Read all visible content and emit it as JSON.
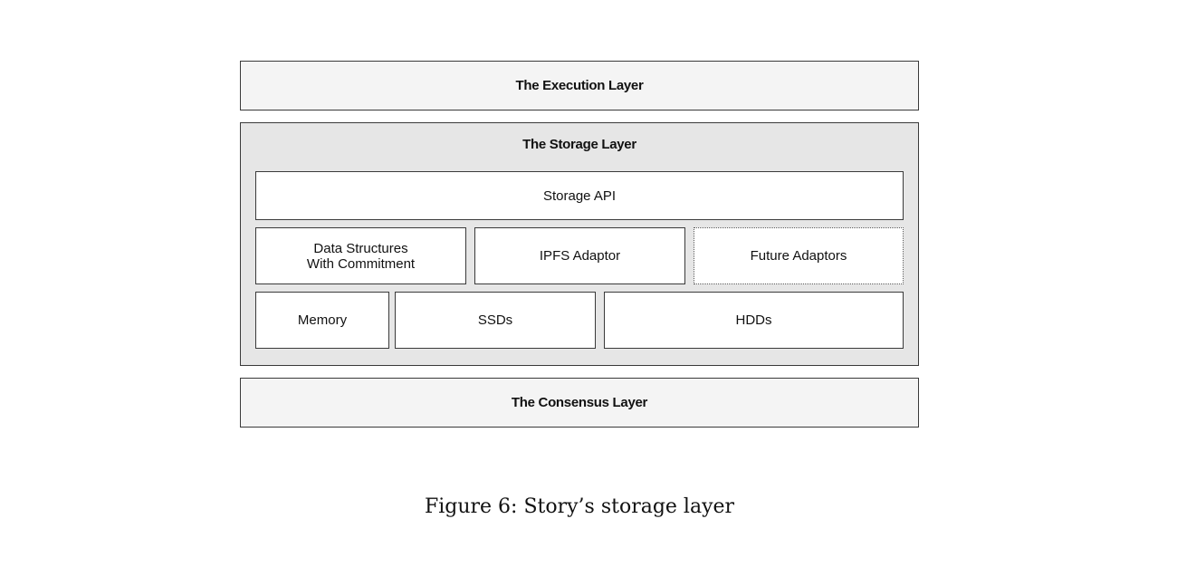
{
  "diagram": {
    "execution_layer": "The Execution Layer",
    "storage_layer": {
      "title": "The Storage Layer",
      "api": "Storage API",
      "adaptors": {
        "data_structures_line1": "Data Structures",
        "data_structures_line2": "With Commitment",
        "ipfs": "IPFS Adaptor",
        "future": "Future Adaptors"
      },
      "media": {
        "memory": "Memory",
        "ssds": "SSDs",
        "hdds": "HDDs"
      }
    },
    "consensus_layer": "The Consensus Layer"
  },
  "caption": "Figure 6: Story’s storage layer"
}
